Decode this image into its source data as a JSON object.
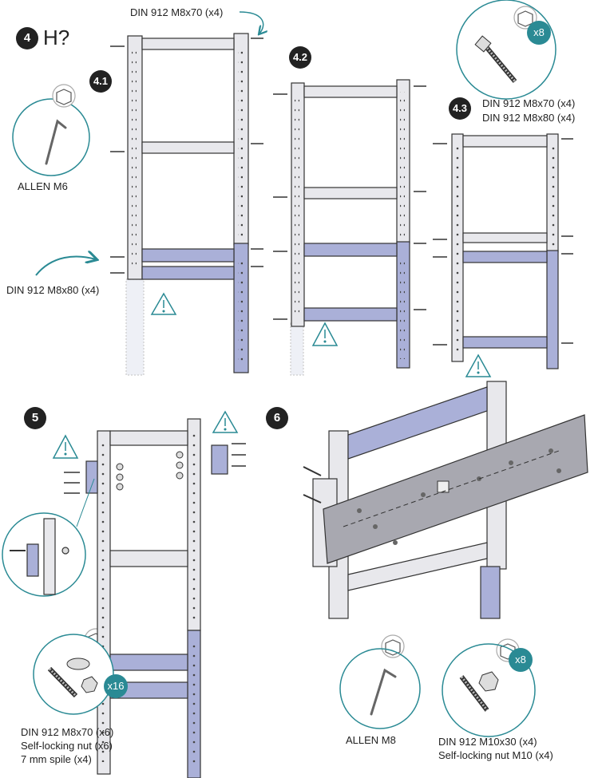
{
  "colors": {
    "accent": "#2a8a94",
    "frame": "#e8e8ec",
    "lower": "#aab0d8",
    "plate": "#a8a8b0",
    "outline": "#333333"
  },
  "steps": {
    "s4": "4",
    "s4_suffix": "H?",
    "s4_1": "4.1",
    "s4_2": "4.2",
    "s4_3": "4.3",
    "s5": "5",
    "s6": "6"
  },
  "labels": {
    "top_bolt": "DIN 912 M8x70 (x4)",
    "allen_m6": "ALLEN M6",
    "left_bolt": "DIN 912 M8x80 (x4)",
    "s43_line1": "DIN 912 M8x70 (x4)",
    "s43_line2": "DIN 912 M8x80 (x4)",
    "s5_line1": "DIN 912 M8x70 (x6)",
    "s5_line2": "Self-locking nut (x6)",
    "s5_line3": "7 mm spile (x4)",
    "allen_m8": "ALLEN M8",
    "s6_line1": "DIN 912 M10x30 (x4)",
    "s6_line2": "Self-locking nut M10 (x4)"
  },
  "badges": {
    "b1": "x8",
    "b2": "x16",
    "b3": "x8"
  },
  "icons": [
    "box-icon",
    "warning-icon",
    "allen-key-icon",
    "bolt-icon",
    "nut-icon",
    "washer-icon",
    "arrow-icon"
  ]
}
